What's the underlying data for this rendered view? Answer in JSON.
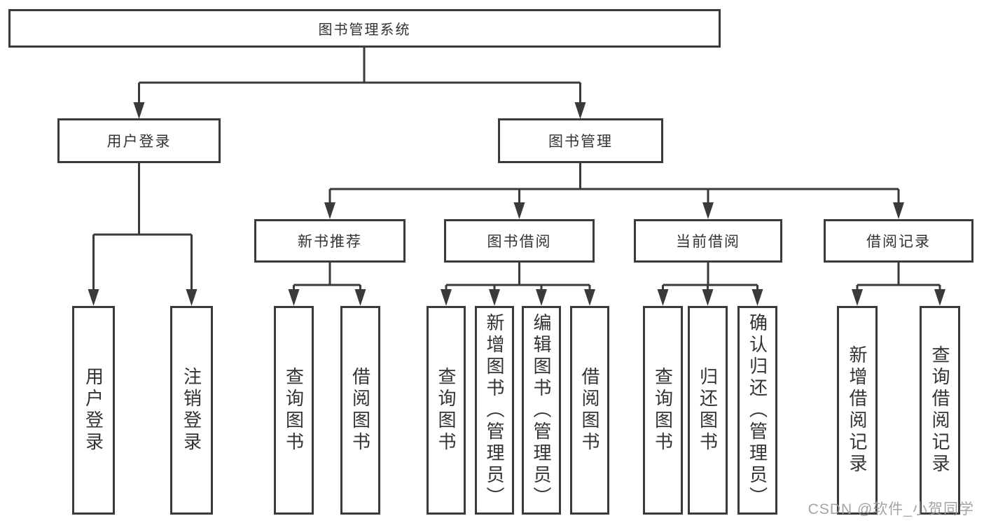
{
  "nodes": {
    "root": {
      "label": "图书管理系统"
    },
    "level2": [
      {
        "id": "user-login",
        "label": "用户登录"
      },
      {
        "id": "book-management",
        "label": "图书管理"
      }
    ],
    "level3": [
      {
        "id": "new-book-recommend",
        "label": "新书推荐",
        "parent": "图书管理"
      },
      {
        "id": "book-borrowing",
        "label": "图书借阅",
        "parent": "图书管理"
      },
      {
        "id": "current-borrowing",
        "label": "当前借阅",
        "parent": "图书管理"
      },
      {
        "id": "borrowing-records",
        "label": "借阅记录",
        "parent": "图书管理"
      }
    ],
    "leaves": [
      {
        "id": "user-login-action",
        "label": "用户登录",
        "parent": "用户登录"
      },
      {
        "id": "logout-action",
        "label": "注销登录",
        "parent": "用户登录"
      },
      {
        "id": "query-books-recommend",
        "label": "查询图书",
        "parent": "新书推荐"
      },
      {
        "id": "borrow-books-recommend",
        "label": "借阅图书",
        "parent": "新书推荐"
      },
      {
        "id": "query-books-borrowing",
        "label": "查询图书",
        "parent": "图书借阅"
      },
      {
        "id": "add-books-admin",
        "label": "新增图书（管理员）",
        "parent": "图书借阅"
      },
      {
        "id": "edit-books-admin",
        "label": "编辑图书（管理员）",
        "parent": "图书借阅"
      },
      {
        "id": "borrow-books-borrowing",
        "label": "借阅图书",
        "parent": "图书借阅"
      },
      {
        "id": "query-books-current",
        "label": "查询图书",
        "parent": "当前借阅"
      },
      {
        "id": "return-books",
        "label": "归还图书",
        "parent": "当前借阅"
      },
      {
        "id": "confirm-return-admin",
        "label": "确认归还（管理员）",
        "parent": "当前借阅"
      },
      {
        "id": "add-borrow-record",
        "label": "新增借阅记录",
        "parent": "借阅记录"
      },
      {
        "id": "query-borrow-record",
        "label": "查询借阅记录",
        "parent": "借阅记录"
      }
    ]
  },
  "watermark": "CSDN @软件_小贺同学",
  "colors": {
    "line": "#3a3a3a",
    "text": "#333333",
    "background": "#ffffff",
    "watermark": "#9b9b9b"
  }
}
